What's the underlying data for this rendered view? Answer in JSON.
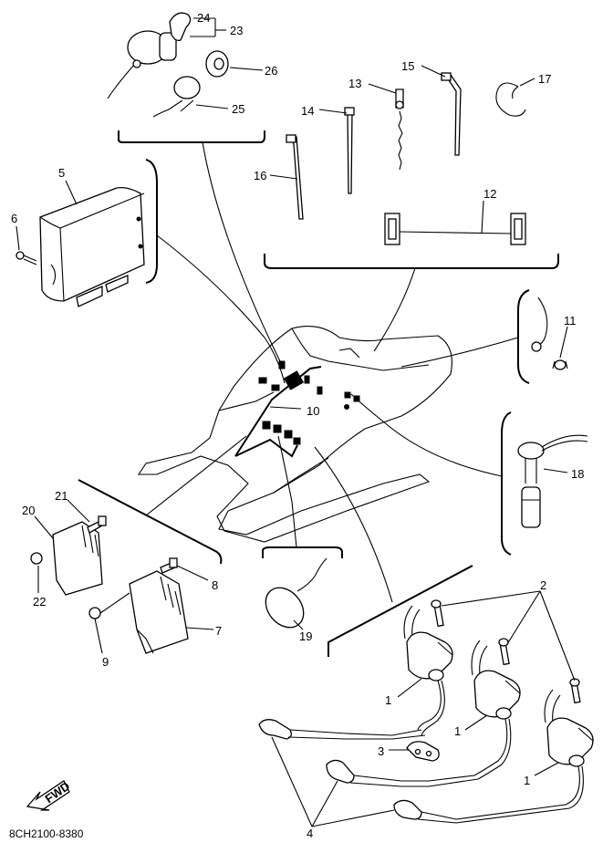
{
  "diagram": {
    "drawing_code": "8CH2100-8380",
    "fwd_label": "FWD",
    "callouts": {
      "c1a": "1",
      "c1b": "1",
      "c1c": "1",
      "c2": "2",
      "c3": "3",
      "c4": "4",
      "c5": "5",
      "c6": "6",
      "c7": "7",
      "c8": "8",
      "c9": "9",
      "c10": "10",
      "c11": "11",
      "c12": "12",
      "c13": "13",
      "c14": "14",
      "c15": "15",
      "c16": "16",
      "c17": "17",
      "c18": "18",
      "c19": "19",
      "c20": "20",
      "c21": "21",
      "c22": "22",
      "c23": "23",
      "c24": "24",
      "c25": "25",
      "c26": "26"
    }
  }
}
